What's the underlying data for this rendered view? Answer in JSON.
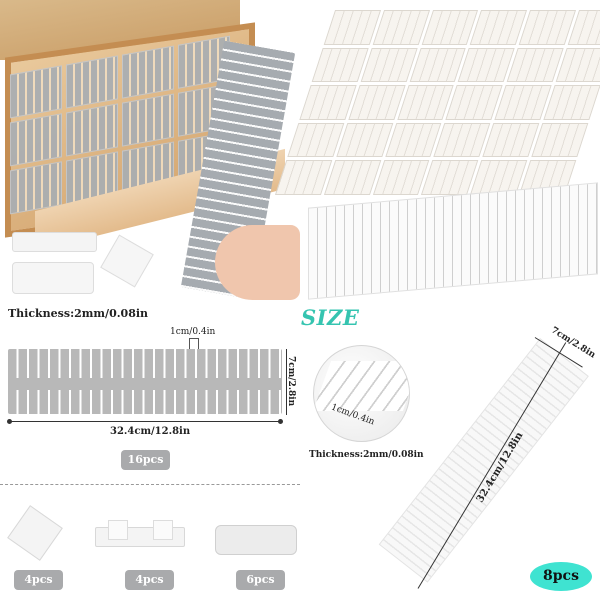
{
  "photos": {
    "drawer_in_use": "grey-drawer-divider-photo",
    "white_grid": "white-divider-grid-photo"
  },
  "size_section": {
    "title": "SIZE",
    "title_color": "#35c4b0",
    "grey_divider": {
      "thickness": "Thickness:2mm/0.08in",
      "slot_gap": "1cm/0.4in",
      "height": "7cm/2.8in",
      "length": "32.4cm/12.8in",
      "quantity": "16pcs"
    },
    "white_divider": {
      "slot_gap": "1cm/0.4in",
      "thickness": "Thickness:2mm/0.08in",
      "width": "7cm/2.8in",
      "length": "32.4cm/12.8in",
      "quantity": "8pcs",
      "badge_color": "#3fe3d1"
    }
  },
  "accessories": [
    {
      "name": "t-connector",
      "quantity": "4pcs"
    },
    {
      "name": "double-clip",
      "quantity": "4pcs"
    },
    {
      "name": "end-cap",
      "quantity": "6pcs"
    }
  ],
  "colors": {
    "grey_badge": "#a9aaac",
    "grey_divider": "#b8b8b8"
  }
}
